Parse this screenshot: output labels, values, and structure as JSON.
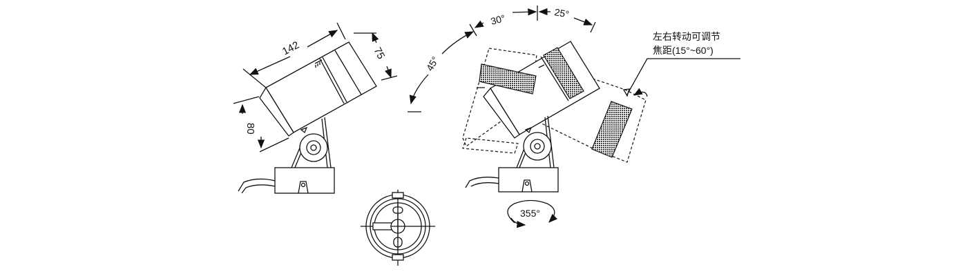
{
  "side_view": {
    "dim_length": "142",
    "dim_head": "75",
    "dim_height": "80"
  },
  "adjust_view": {
    "angle_a": "45°",
    "angle_b": "30°",
    "angle_c": "25°",
    "rotation": "355°",
    "note_line1": "左右转动可调节",
    "note_line2": "焦距(15°~60°)"
  }
}
